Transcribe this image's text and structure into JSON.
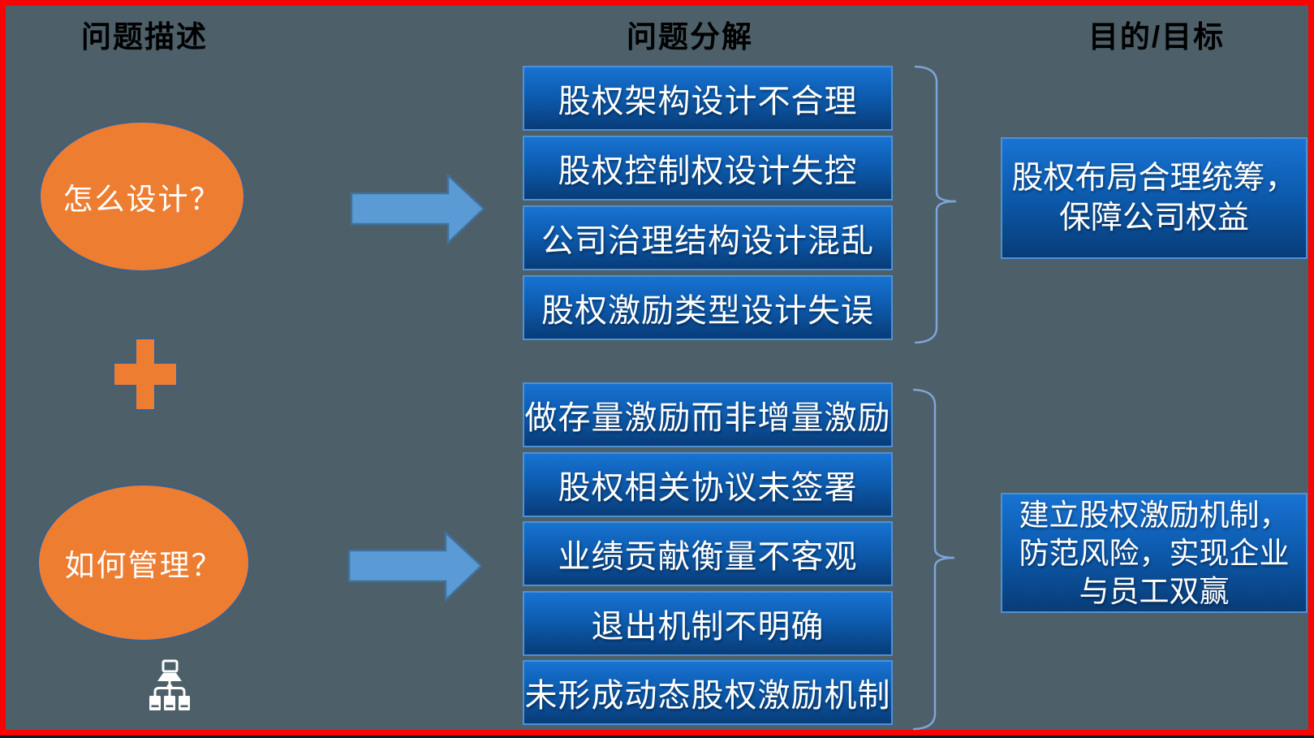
{
  "headers": {
    "problem_description": "问题描述",
    "problem_decomposition": "问题分解",
    "goal": "目的/目标"
  },
  "problems": {
    "how_to_design": "怎么设计？",
    "how_to_manage": "如何管理？"
  },
  "decomposition": {
    "group1": [
      "股权架构设计不合理",
      "股权控制权设计失控",
      "公司治理结构设计混乱",
      "股权激励类型设计失误"
    ],
    "group2": [
      "做存量激励而非增量激励",
      "股权相关协议未签署",
      "业绩贡献衡量不客观",
      "退出机制不明确",
      "未形成动态股权激励机制"
    ]
  },
  "goals": {
    "goal1_lines": [
      "股权布局合理统筹，",
      "保障公司权益"
    ],
    "goal2_lines": [
      "建立股权激励机制，",
      "防范风险，实现企业",
      "与员工双赢"
    ]
  },
  "icons": {
    "plus": "plus-icon",
    "org_chart": "org-chart-network-icon",
    "arrow": "right-arrow-icon",
    "brace": "right-curly-brace-icon"
  },
  "colors": {
    "background": "#4d5f68",
    "frame_red": "#f70505",
    "orange": "#ed7d31",
    "ellipse_outline": "#38618f",
    "box_gradient_top": "#1873d2",
    "box_gradient_bottom": "#083c78",
    "box_border": "#4e91d5",
    "arrow_fill": "#5b9bd5",
    "arrow_stroke": "#41719c",
    "brace_blue": "#7ea4d8",
    "text_white": "#ffffff",
    "header_black": "#000000"
  }
}
